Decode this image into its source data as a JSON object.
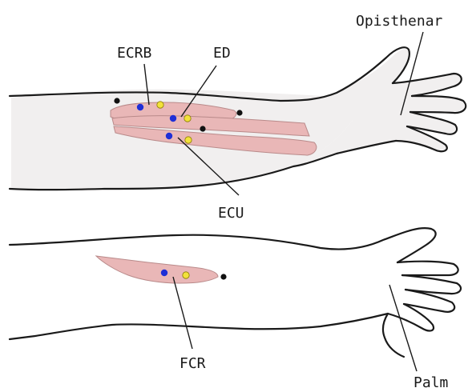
{
  "labels": {
    "ecrb": "ECRB",
    "ed": "ED",
    "ecu": "ECU",
    "fcr": "FCR",
    "opisthenar": "Opisthenar",
    "palm": "Palm"
  },
  "colors": {
    "outline": "#1a1a1a",
    "arm_fill": "#f1efef",
    "muscle_fill": "#e9b7b7",
    "electrode_blue": "#1f2fd6",
    "electrode_yellow": "#f2e23a",
    "electrode_black": "#111111"
  }
}
